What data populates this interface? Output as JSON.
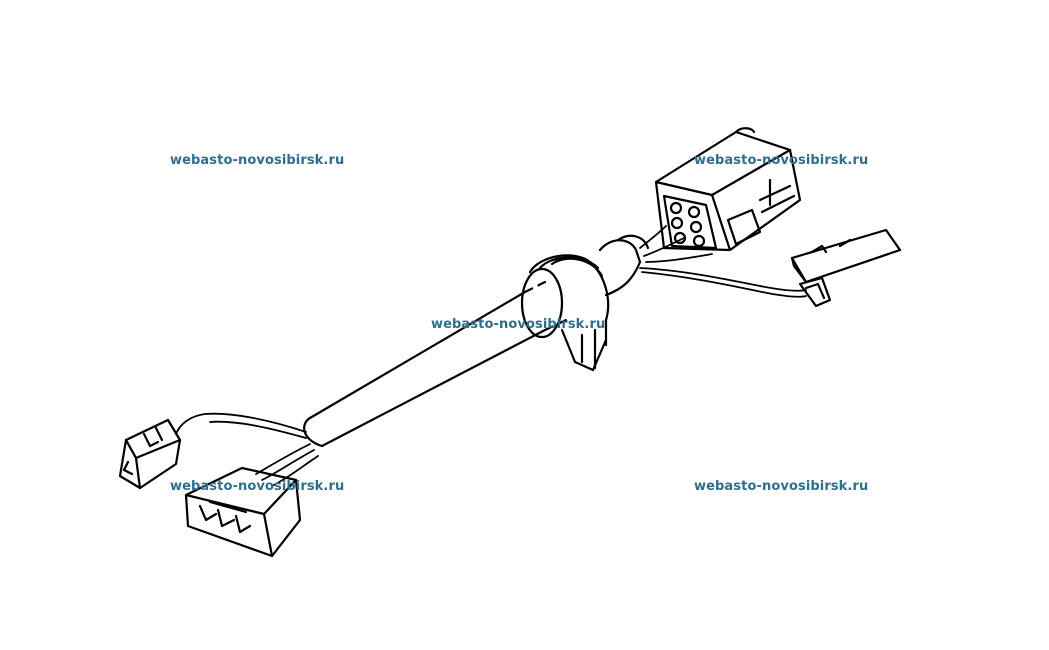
{
  "watermarks": [
    "webasto-novosibirsk.ru",
    "webasto-novosibirsk.ru",
    "webasto-novosibirsk.ru",
    "webasto-novosibirsk.ru",
    "webasto-novosibirsk.ru"
  ],
  "colors": {
    "line": "#000000",
    "watermark": "#2f6f8c",
    "background": "#ffffff"
  }
}
